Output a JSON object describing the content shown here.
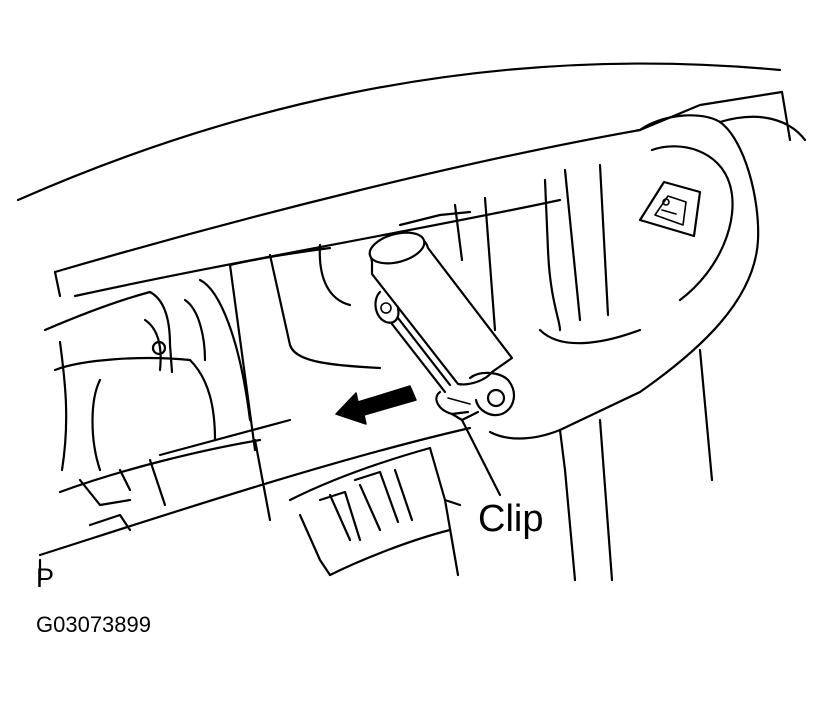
{
  "labels": {
    "part": "Clip",
    "view_marker": "P",
    "figure_code": "G03073899"
  },
  "colors": {
    "line": "#000000",
    "background": "#ffffff"
  },
  "icons": {
    "direction_arrow": "arrow-left-icon",
    "warning_symbol": "airbag-warning-icon"
  }
}
